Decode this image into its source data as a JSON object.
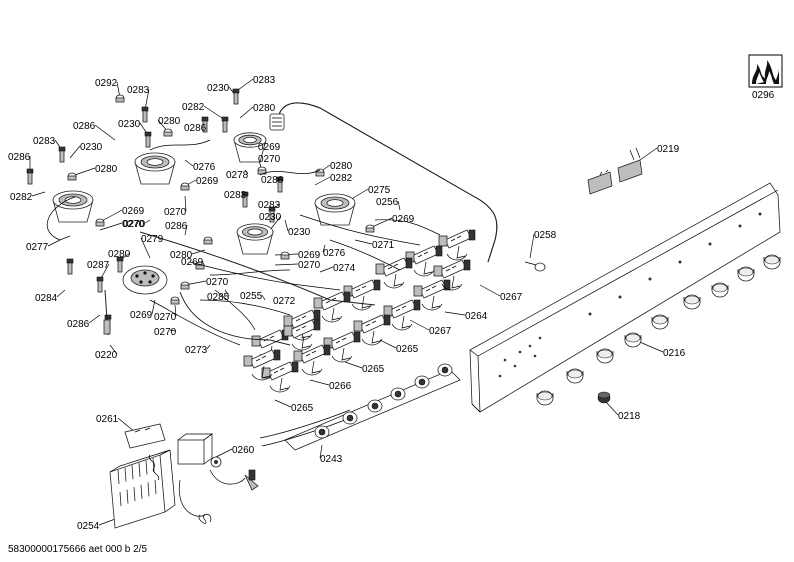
{
  "footer_code": "58300000175666 aet 000 b 2/5",
  "corner_label": "0296",
  "labels": [
    "0292",
    "0283",
    "0230",
    "0283",
    "0282",
    "0280",
    "0286",
    "0230",
    "0280",
    "0286",
    "0283",
    "0230",
    "0286",
    "0280",
    "0282",
    "0276",
    "0269",
    "0270",
    "0269",
    "0270",
    "0280",
    "0282",
    "0278",
    "0286",
    "0283",
    "0275",
    "0283",
    "0256",
    "0269",
    "0230",
    "0270",
    "0286",
    "0230",
    "0269",
    "0270",
    "0277",
    "0279",
    "0280",
    "0287",
    "0269",
    "0280",
    "0269",
    "0276",
    "0271",
    "0274",
    "0270",
    "0285",
    "0270",
    "0270",
    "0284",
    "0255",
    "0272",
    "0286",
    "0269",
    "0270",
    "0220",
    "0273",
    "0258",
    "0219",
    "0267",
    "0264",
    "0267",
    "0265",
    "0265",
    "0266",
    "0265",
    "0216",
    "0218",
    "0243",
    "0261",
    "0260",
    "0254"
  ]
}
